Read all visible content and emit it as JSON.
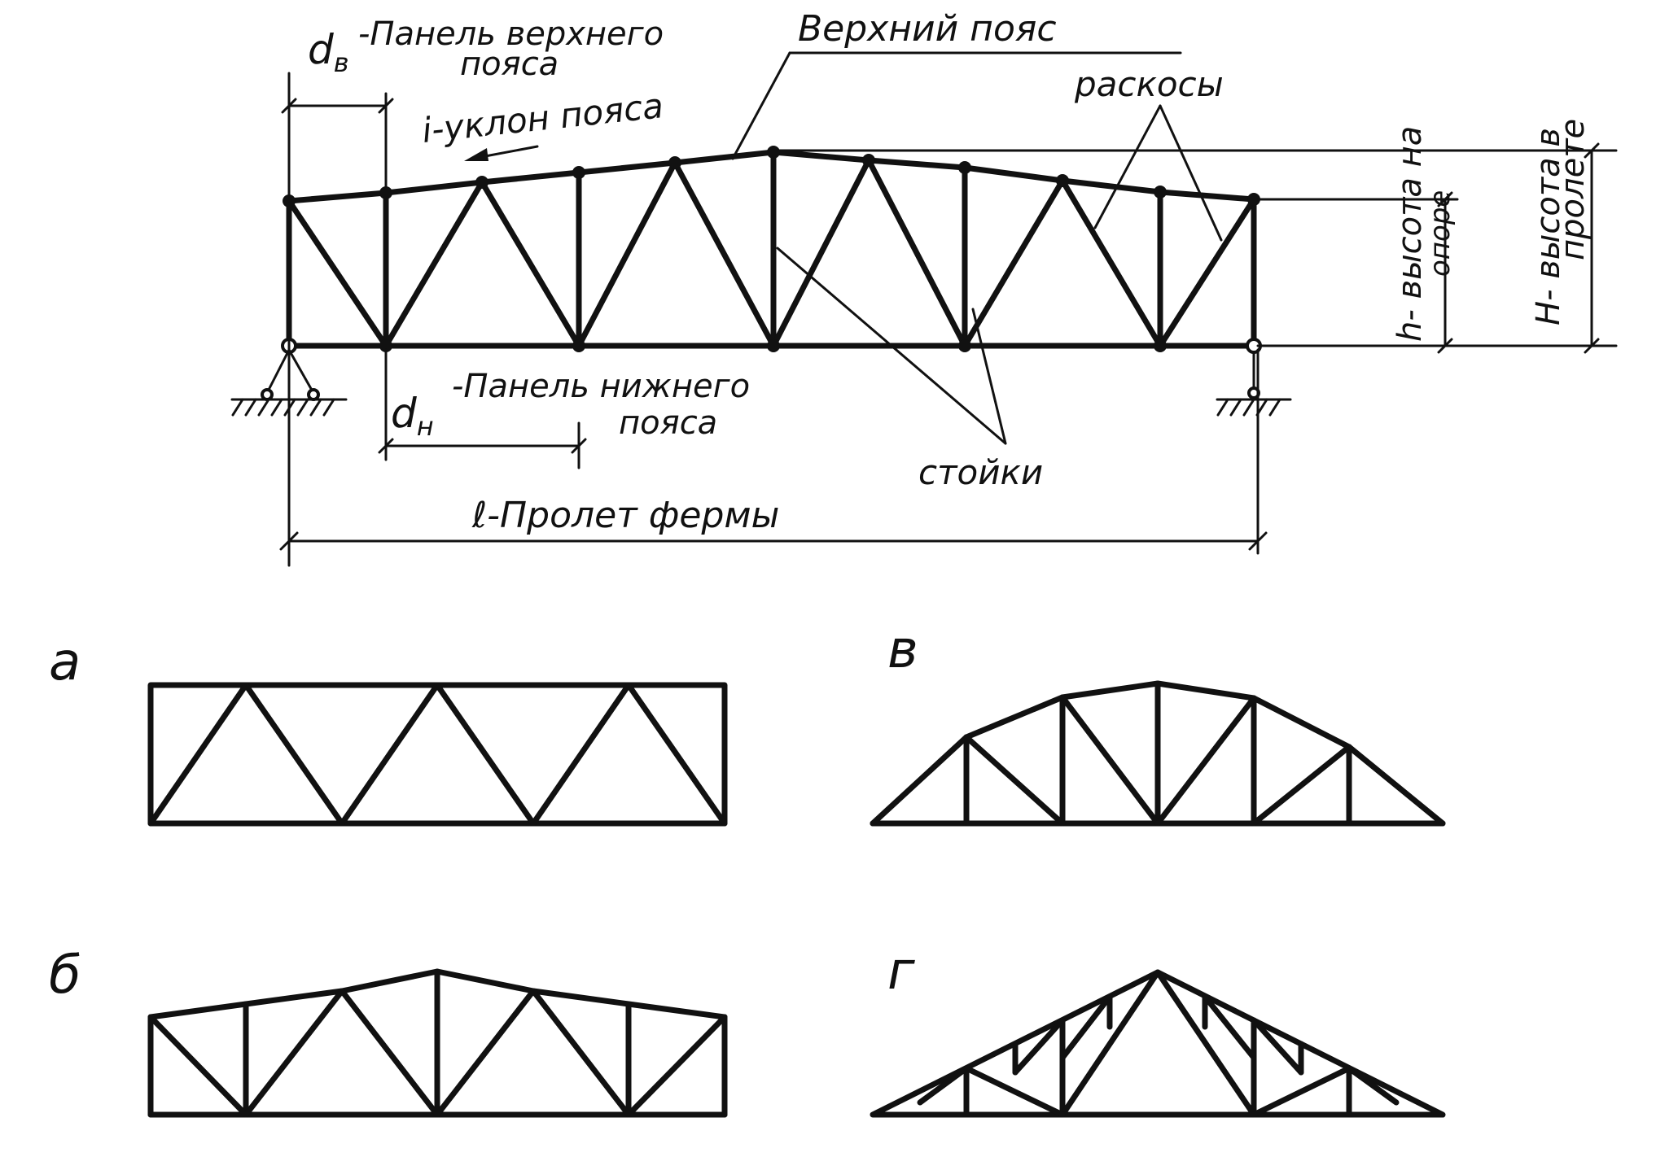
{
  "labels": {
    "top_panel_symbol": "d",
    "top_panel_sub": "в",
    "top_panel_line1": "-Панель верхнего",
    "top_panel_line2": "пояса",
    "slope": "i-уклон пояса",
    "top_chord": "Верхний пояс",
    "diagonals": "раскосы",
    "height_support_1": "h- высота на",
    "height_support_2": "опоре",
    "height_span_1": "H- высота в",
    "height_span_2": "пролете",
    "bottom_panel_symbol": "d",
    "bottom_panel_sub": "н",
    "bottom_panel_line1": "-Панель нижнего",
    "bottom_panel_line2": "пояса",
    "verticals": "стойки",
    "span": "ℓ-Пролет фермы"
  },
  "variants": {
    "a": "а",
    "b": "б",
    "v": "в",
    "g": "г"
  },
  "colors": {
    "ink": "#111111",
    "paper": "#ffffff"
  }
}
